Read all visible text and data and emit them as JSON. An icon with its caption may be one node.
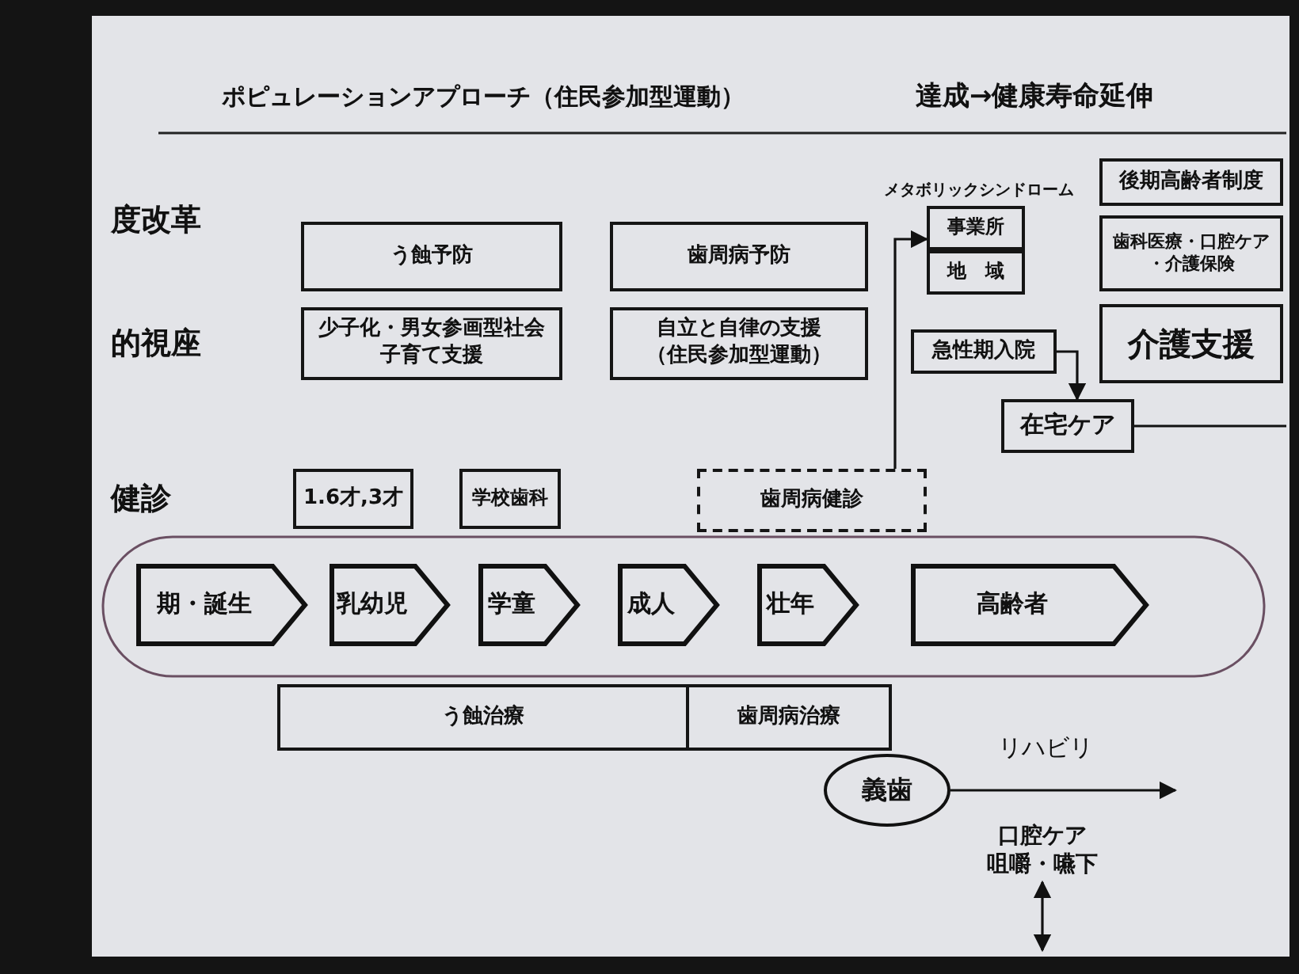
{
  "diagram": {
    "title": "ポピュレーションアプローチ（住民参加型運動）",
    "nodes": [
      {
        "text": [
          "後期高齢者制度"
        ]
      },
      {
        "text": [
          "事業所"
        ]
      },
      {
        "text": [
          "う蝕予防"
        ]
      },
      {
        "text": [
          "歯周病予防"
        ]
      },
      {
        "text": [
          "歯科医療・口腔ケア・介護保険"
        ]
      },
      {
        "text": [
          "地　域"
        ]
      },
      {
        "text": [
          "少子化・男女参画型社会子育て支援"
        ]
      },
      {
        "text": [
          "自立と自律の支援（住民参加型運動）"
        ]
      },
      {
        "text": [
          "急性期入院"
        ]
      },
      {
        "text": [
          "介護支援"
        ]
      },
      {
        "text": [
          "在宅ケア"
        ]
      },
      {
        "text": [
          "1.6才,3才"
        ]
      },
      {
        "text": [
          "学校歯科"
        ]
      },
      {
        "text": [
          "歯周病健診"
        ]
      },
      {
        "text": [],
        "shape": "ellipse"
      },
      {
        "text": [
          "期・誕生"
        ],
        "in": 14
      },
      {
        "text": [
          "乳幼児"
        ],
        "in": 14
      },
      {
        "text": [
          "学童"
        ],
        "in": 14
      },
      {
        "text": [
          "成人"
        ],
        "in": 14
      },
      {
        "text": [
          "壮年"
        ],
        "in": 14
      },
      {
        "text": [
          "高齢者"
        ],
        "in": 14
      },
      {
        "text": [
          "う蝕治療"
        ]
      },
      {
        "text": [
          "歯周病治療"
        ]
      },
      {
        "text": [
          "義歯"
        ]
      },
      {
        "text": [
          "口腔ケア",
          "咀嚼・嚥下"
        ]
      }
    ],
    "edges": [
      {
        "from": 13,
        "to": 1,
        "arrow": "to"
      },
      {
        "from": 8,
        "to": 10,
        "arrow": "to"
      },
      {
        "from": 10,
        "to": null,
        "arrow": "none"
      },
      {
        "from": 23,
        "to": null,
        "arrow": "to",
        "label": "リハビリ"
      },
      {
        "from": 24,
        "to": null,
        "arrow": "both"
      }
    ],
    "labels": [
      "達成→健康寿命延伸",
      "メタボリックシンドローム",
      "度改革",
      "的視座",
      "健診"
    ]
  }
}
